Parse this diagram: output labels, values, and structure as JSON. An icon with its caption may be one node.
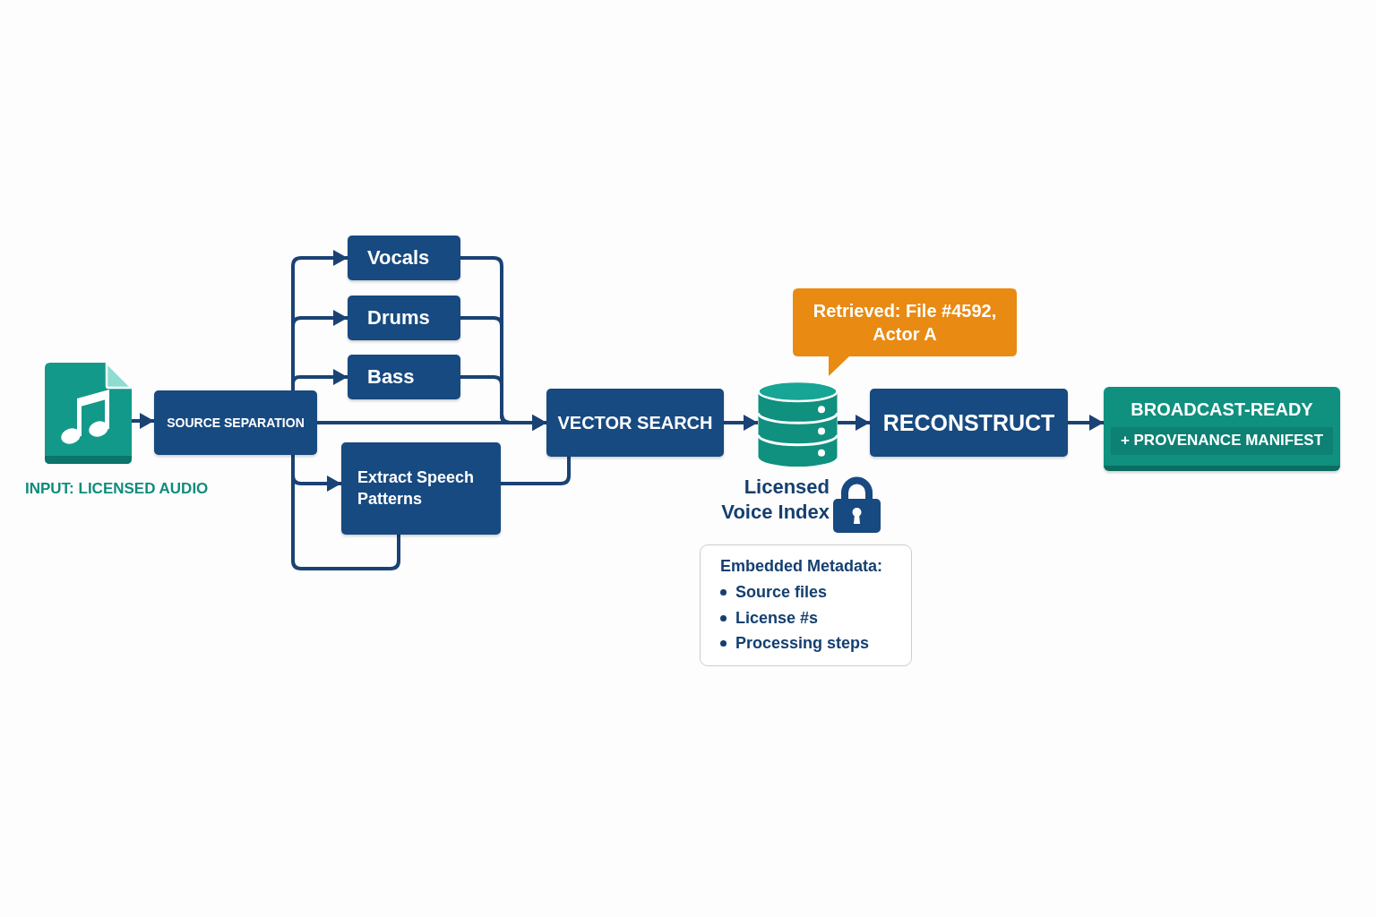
{
  "diagram": {
    "nodes": [
      {
        "text": [],
        "shape": "picture",
        "beside": [
          "INPUT: LICENSED AUDIO"
        ]
      },
      {
        "text": [
          "SOURCE SEPARATION"
        ]
      },
      {
        "text": [
          "Vocals"
        ]
      },
      {
        "text": [
          "Drums"
        ]
      },
      {
        "text": [
          "Bass"
        ]
      },
      {
        "text": [
          "Extract Speech Patterns"
        ]
      },
      {
        "text": [
          "VECTOR SEARCH"
        ]
      },
      {
        "text": [],
        "shape": "cylinder",
        "beside": [
          "Licensed Voice Index"
        ]
      },
      {
        "text": [
          "Retrieved: File #4592, Actor A"
        ]
      },
      {
        "text": [
          "RECONSTRUCT"
        ]
      },
      {
        "text": [
          "BROADCAST-READY",
          "+ PROVENANCE MANIFEST"
        ]
      },
      {
        "text": [
          "Embedded Metadata:",
          "Source files",
          "License #s",
          "Processing steps"
        ]
      }
    ],
    "edges": [
      {
        "from": 0,
        "to": 1,
        "arrow": "to"
      },
      {
        "from": 1,
        "to": 2,
        "arrow": "to"
      },
      {
        "from": 1,
        "to": 3,
        "arrow": "to"
      },
      {
        "from": 1,
        "to": 4,
        "arrow": "to"
      },
      {
        "from": 1,
        "to": 6,
        "arrow": "to"
      },
      {
        "from": 1,
        "to": 5,
        "arrow": "to"
      },
      {
        "from": 5,
        "to": 1,
        "arrow": "none"
      },
      {
        "from": 2,
        "to": 6,
        "arrow": "to"
      },
      {
        "from": 3,
        "to": 6,
        "arrow": "to"
      },
      {
        "from": 4,
        "to": 6,
        "arrow": "to"
      },
      {
        "from": 5,
        "to": 6,
        "arrow": "none"
      },
      {
        "from": 6,
        "to": 7,
        "arrow": "to"
      },
      {
        "from": 7,
        "to": 9,
        "arrow": "to"
      },
      {
        "from": 9,
        "to": 10,
        "arrow": "to"
      }
    ]
  }
}
